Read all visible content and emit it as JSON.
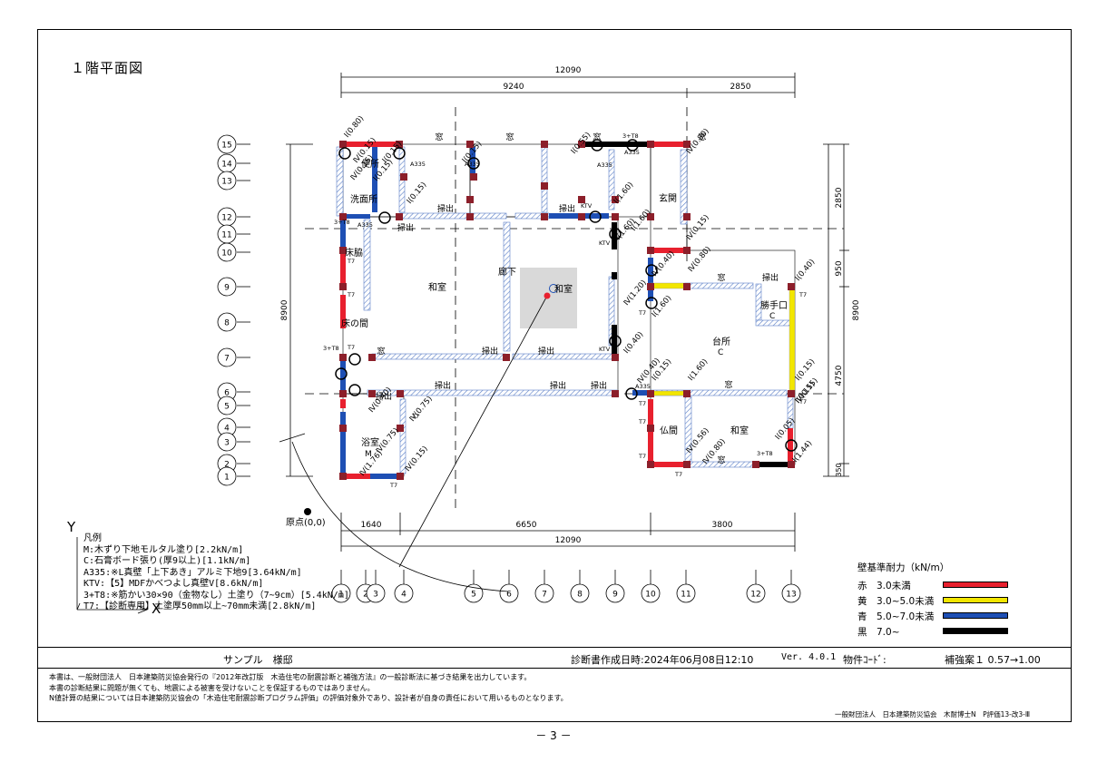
{
  "page_title": "１階平面図",
  "dimensions": {
    "top_total": "12090",
    "top_left": "9240",
    "top_right": "2850",
    "bottom_left": "1640",
    "bottom_mid": "6650",
    "bottom_right": "3800",
    "bottom_total": "12090",
    "left_height": "8900",
    "right_height": "8900",
    "right_top": "2850",
    "right_mid": "950",
    "right_low": "4750",
    "right_bottom": "350"
  },
  "row_grid": [
    "15",
    "14",
    "13",
    "12",
    "11",
    "10",
    "9",
    "8",
    "7",
    "6",
    "5",
    "4",
    "3",
    "2",
    "1"
  ],
  "col_grid": [
    "1",
    "2",
    "3",
    "4",
    "5",
    "6",
    "7",
    "8",
    "9",
    "10",
    "11",
    "12",
    "13"
  ],
  "rooms": {
    "toilet": "便所",
    "washroom": "洗面所",
    "entrance": "玄関",
    "tokonoma": "床脇",
    "washitsu1": "和室",
    "corridor": "廊下",
    "washitsu2": "和室",
    "tokonoma2": "床の間",
    "bath": "浴室",
    "kitchen": "台所",
    "kitchen_c": "C",
    "kattekuchi": "勝手口",
    "kattekuchi_c": "C",
    "butsuma": "仏間",
    "washitsu3": "和室",
    "bath_m": "M"
  },
  "wall_labels": [
    "窓",
    "窓",
    "窓",
    "窓",
    "窓",
    "掃出",
    "掃出",
    "掃出",
    "掃出",
    "掃出",
    "掃出",
    "掃出",
    "掃出",
    "窓",
    "窓",
    "窓",
    "掃出",
    "掃出"
  ],
  "wall_specs": [
    "Ⅰ(0.80)",
    "Ⅳ(0.15)",
    "Ⅰ(0.15)",
    "Ⅰ(0.15)",
    "Ⅰ(0.55)",
    "Ⅳ(0.80)",
    "Ⅳ(0.15)",
    "Ⅰ(0.15)",
    "Ⅰ(0.15)",
    "Ⅰ(1.60)",
    "Ⅰ(1.60)",
    "Ⅰ(1.60)",
    "Ⅳ(0.15)",
    "Ⅳ(0.80)",
    "Ⅳ(0.40)",
    "Ⅰ(0.40)",
    "Ⅳ(1.20)",
    "Ⅰ(1.60)",
    "Ⅰ(0.40)",
    "Ⅰ(1.60)",
    "Ⅳ(0.40)",
    "Ⅰ(0.15)",
    "Ⅰ(0.15)",
    "Ⅳ(0.40)",
    "Ⅳ(0.75)",
    "Ⅳ(0.75)",
    "Ⅳ(0.15)",
    "Ⅳ(1.76)",
    "Ⅳ(0.56)",
    "Ⅳ(0.80)",
    "Ⅳ(0.15)",
    "Ⅰ(1.44)",
    "Ⅰ(0.15)",
    "Ⅰ(0.05)"
  ],
  "wall_codes": [
    "A335",
    "A335",
    "A335",
    "A335",
    "A335",
    "A335",
    "T7",
    "T7",
    "T7",
    "T7",
    "T7",
    "T7",
    "T7",
    "T7",
    "T7",
    "T7",
    "T7",
    "T7",
    "KTV",
    "KTV",
    "KTV",
    "3+T8",
    "3+T8",
    "3+T8",
    "3+T8"
  ],
  "origin_label": "原点(0,0)",
  "legend": {
    "head": "凡例",
    "items": [
      "M:木ずり下地モルタル塗り[2.2kN/m]",
      "C:石膏ボード張り(厚9以上)[1.1kN/m]",
      "A335:※L真壁「上下あき」アルミ下地9[3.64kN/m]",
      "KTV:【5】MDFかべつよし真壁V[8.6kN/m]",
      "3+T8:※筋かい30×90（金物なし）土塗り（7~9cm）[5.4kN/m]",
      "T7:【診断専用】土塗厚50mm以上~70mm未満[2.8kN/m]"
    ]
  },
  "axis_y": "Y",
  "axis_x": "X",
  "strength": {
    "title": "壁基準耐力（kN/m）",
    "rows": [
      {
        "label": "赤　3.0未満",
        "color": "#e8202e"
      },
      {
        "label": "黄　3.0~5.0未満",
        "color": "#f2e600"
      },
      {
        "label": "青　5.0~7.0未満",
        "color": "#1e4fb4"
      },
      {
        "label": "黒　7.0~",
        "color": "#000000"
      }
    ]
  },
  "footer": {
    "owner": "サンプル　様邸",
    "date": "診断書作成日時:2024年06月08日12:10",
    "version": "Ver. 4.0.1",
    "property_code": "物件ｺｰﾄﾞ:",
    "plan": "補強案１ 0.57→1.00"
  },
  "notes": [
    "本書は、一般財団法人　日本建築防災協会発行の『2012年改訂版　木造住宅の耐震診断と補強方法』の一般診断法に基づき結果を出力しています。",
    "本書の診断結果に問題が無くても、地震による被害を受けないことを保証するものではありません。",
    "N値計算の結果については日本建築防災協会の「木造住宅耐震診断プログラム評価」の評価対象外であり、設計者が自身の責任において用いるものとなります。"
  ],
  "publisher": "一般財団法人　日本建築防災協会　木耐博士N　P評価13-改3-Ⅲ",
  "page_number": "－ 3 －"
}
